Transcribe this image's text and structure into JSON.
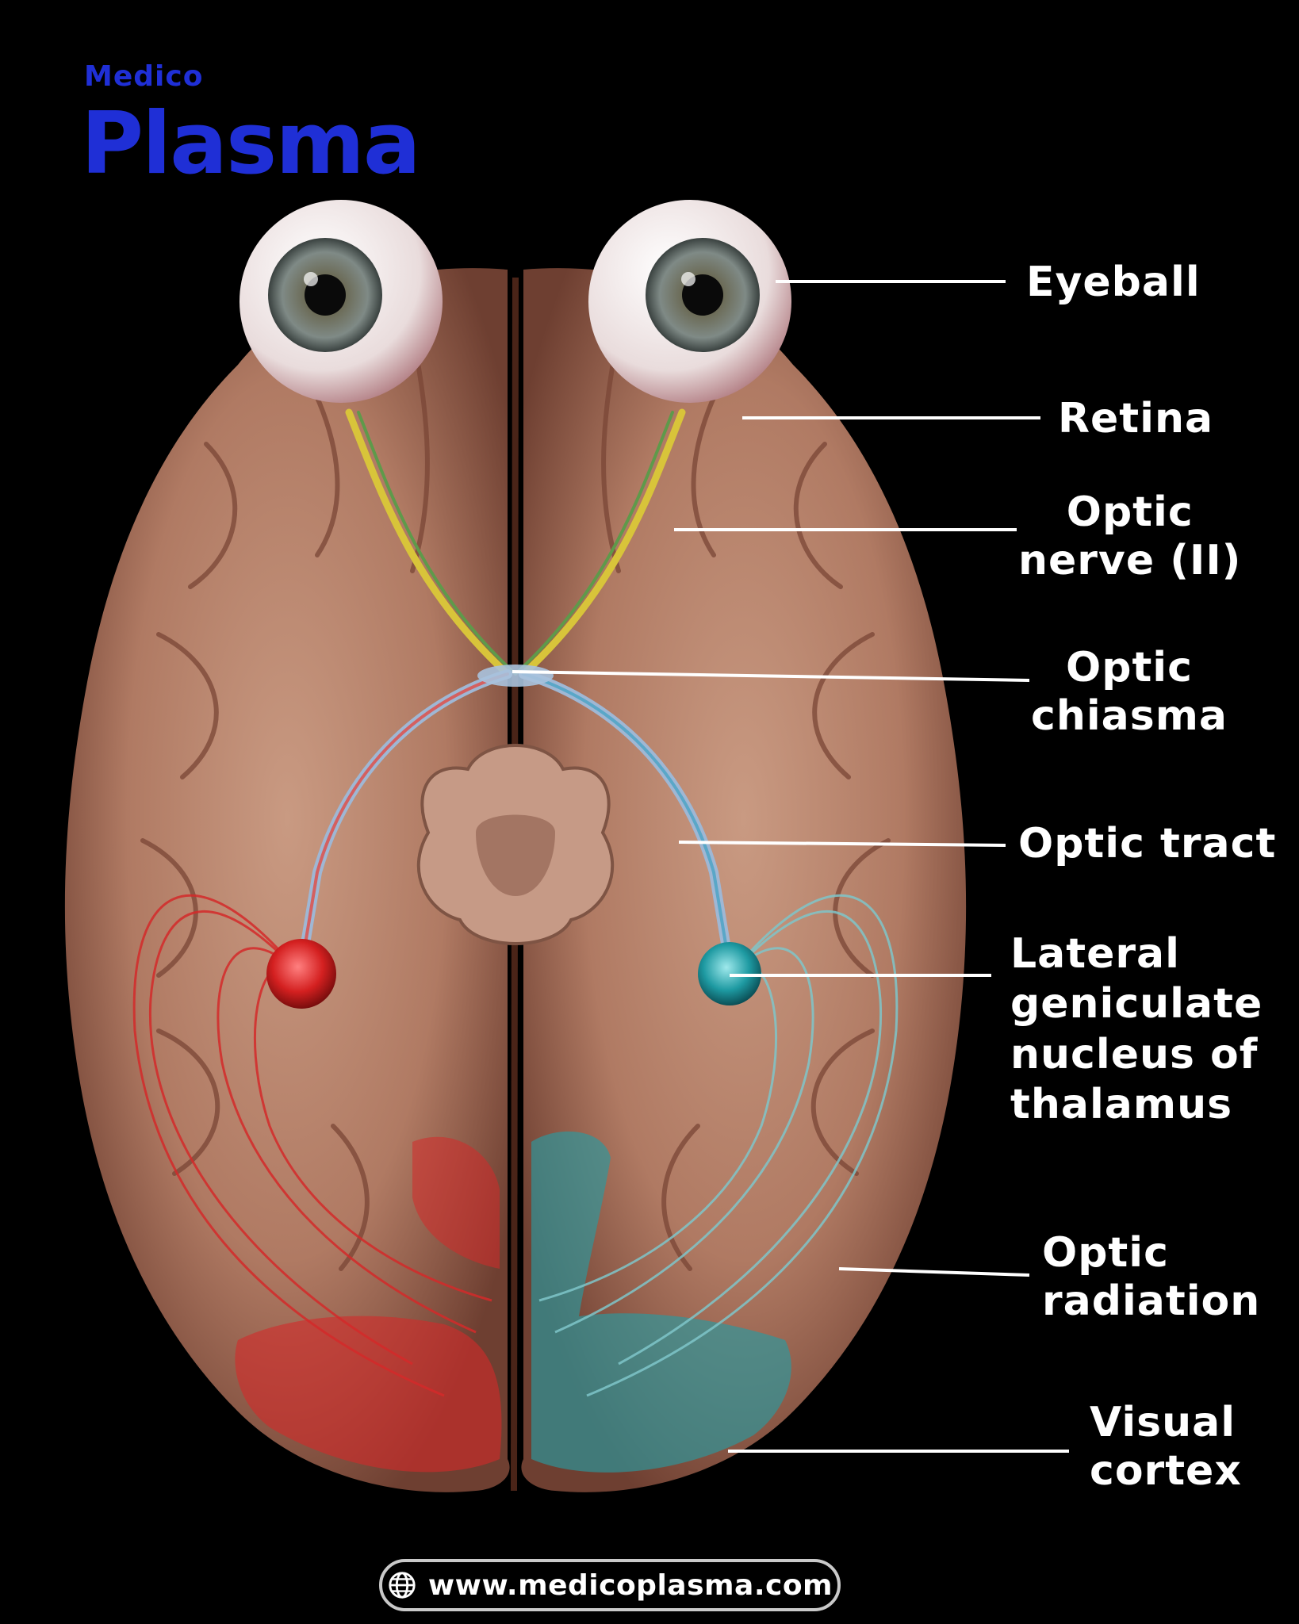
{
  "brand": {
    "small": "Medico",
    "large": "Plasma",
    "color": "#1f2fd6"
  },
  "labels": [
    {
      "key": "eyeball",
      "text": "Eyeball"
    },
    {
      "key": "retina",
      "text": "Retina"
    },
    {
      "key": "optic_nerve",
      "text": "Optic\nnerve (II)"
    },
    {
      "key": "optic_chiasma",
      "text": "Optic\nchiasma"
    },
    {
      "key": "optic_tract",
      "text": "Optic tract"
    },
    {
      "key": "lgn",
      "text": "Lateral\ngeniculate\nnucleus of\nthalamus"
    },
    {
      "key": "optic_radiation",
      "text": "Optic\nradiation"
    },
    {
      "key": "visual_cortex",
      "text": "Visual\ncortex"
    }
  ],
  "footer": {
    "url": "www.medicoplasma.com",
    "icon": "globe-icon"
  },
  "colors": {
    "background": "#000000",
    "left_pathway": "#d42a2a",
    "right_pathway": "#2a9aa0",
    "optic_nerve": "#d8c43a",
    "brain": "#b97f67"
  }
}
